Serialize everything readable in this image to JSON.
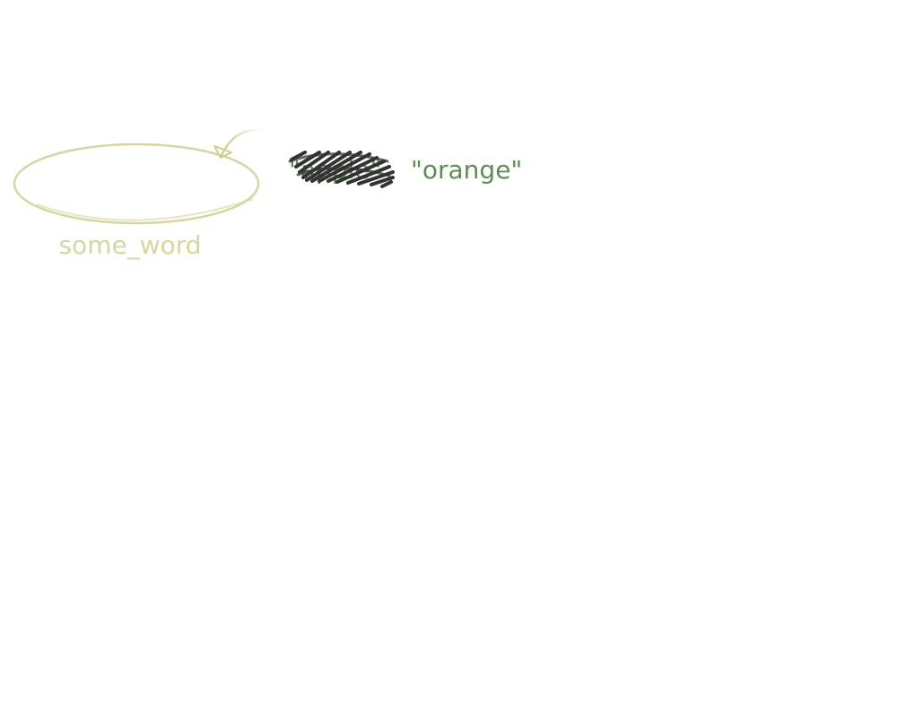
{
  "variable": {
    "name": "some_word"
  },
  "old_value": {
    "text": "\"apple\"",
    "status": "scribbled-out"
  },
  "new_value": {
    "text": "\"orange\""
  },
  "colors": {
    "variable": "#d6d6a0",
    "string_value": "#5b8f4f",
    "scribble": "#333333",
    "background": "#ffffff"
  }
}
